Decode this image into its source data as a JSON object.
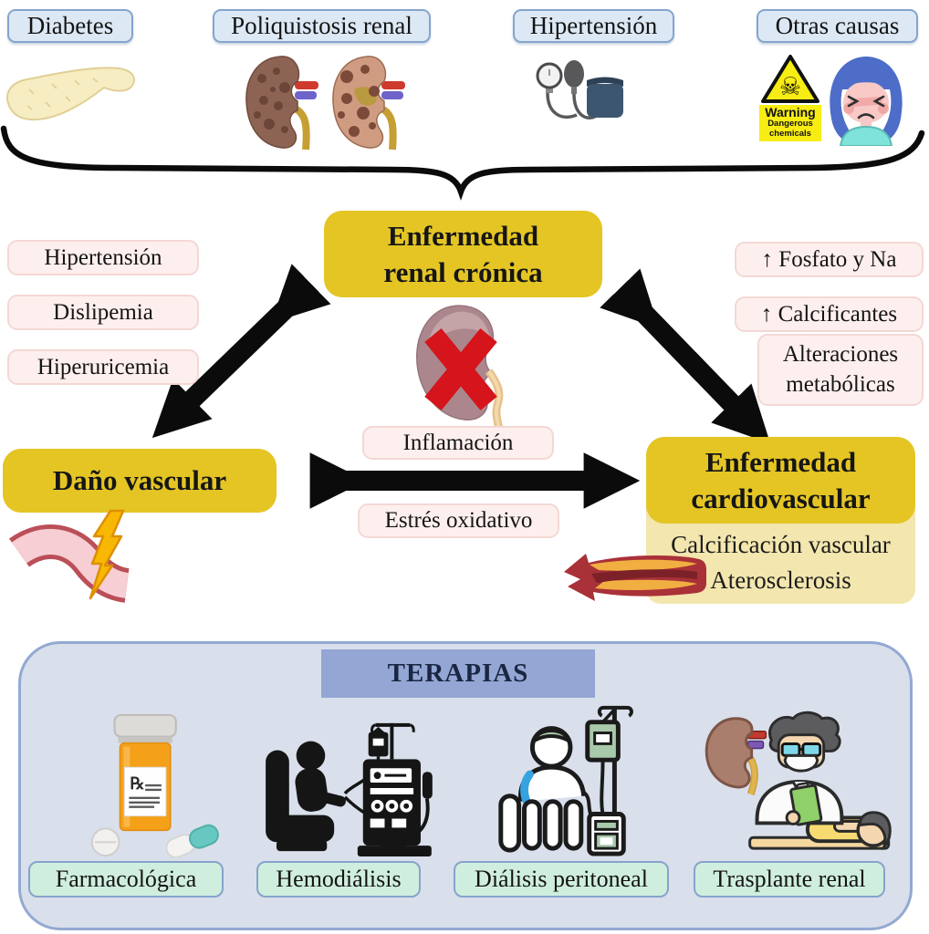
{
  "causes": {
    "items": [
      {
        "label": "Diabetes",
        "icon": "pancreas-icon"
      },
      {
        "label": "Poliquistosis renal",
        "icon": "polycystic-kidneys-icon"
      },
      {
        "label": "Hipertensión",
        "icon": "blood-pressure-monitor-icon"
      },
      {
        "label": "Otras causas",
        "icon": "warning-sign-and-sick-person-icon"
      }
    ],
    "warning_sign": {
      "title": "Warning",
      "subtitle_line1": "Dangerous",
      "subtitle_line2": "chemicals"
    }
  },
  "ckd": {
    "line1": "Enfermedad",
    "line2": "renal crónica"
  },
  "left_factors": [
    "Hipertensión",
    "Dislipemia",
    "Hiperuricemia"
  ],
  "right_factors": {
    "f1": "↑ Fosfato y Na",
    "f2": "↑ Calcificantes",
    "f3_line1": "Alteraciones",
    "f3_line2": "metabólicas"
  },
  "mediators": {
    "m1": "Inflamación",
    "m2": "Estrés oxidativo"
  },
  "vascular": {
    "title": "Daño vascular"
  },
  "cardio": {
    "line1": "Enfermedad",
    "line2": "cardiovascular",
    "sub_line1": "Calcificación vascular",
    "sub_line2": "Aterosclerosis"
  },
  "therapies": {
    "title": "TERAPIAS",
    "rx_symbol": "℞",
    "items": [
      {
        "label": "Farmacológica",
        "icon": "pill-bottle-icon"
      },
      {
        "label": "Hemodiálisis",
        "icon": "hemodialysis-machine-icon"
      },
      {
        "label": "Diálisis peritoneal",
        "icon": "peritoneal-dialysis-icon"
      },
      {
        "label": "Trasplante renal",
        "icon": "kidney-transplant-icon"
      }
    ]
  },
  "colors": {
    "yellow_box": "#e4c524",
    "light_yellow_box": "#f3e6ae",
    "pink_box": "#fdefed",
    "blue_box": "#dde8f5",
    "panel": "#d9dfeb",
    "terapias_header": "#93a6d4",
    "mint_box": "#cfeede",
    "arrow": "#0b0b0b",
    "warning_yellow": "#f7ec13",
    "cross_red": "#d5141b"
  }
}
